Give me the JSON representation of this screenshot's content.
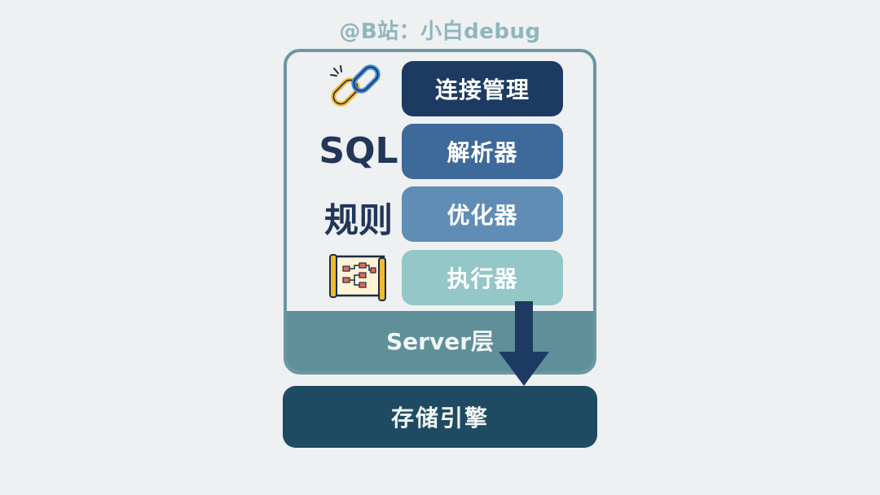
{
  "watermark": "@B站：小白debug",
  "server_label": "Server层",
  "storage_label": "存储引擎",
  "layers": [
    {
      "label": "连接管理",
      "color": "#1d3b62"
    },
    {
      "label": "解析器",
      "color": "#3d6a9a"
    },
    {
      "label": "优化器",
      "color": "#608db6"
    },
    {
      "label": "执行器",
      "color": "#94c7c7"
    }
  ],
  "side_labels": {
    "parser": "SQL",
    "optimizer": "规则"
  },
  "icons": {
    "connection": "chain-link-icon",
    "executor": "flowchart-scroll-icon"
  }
}
